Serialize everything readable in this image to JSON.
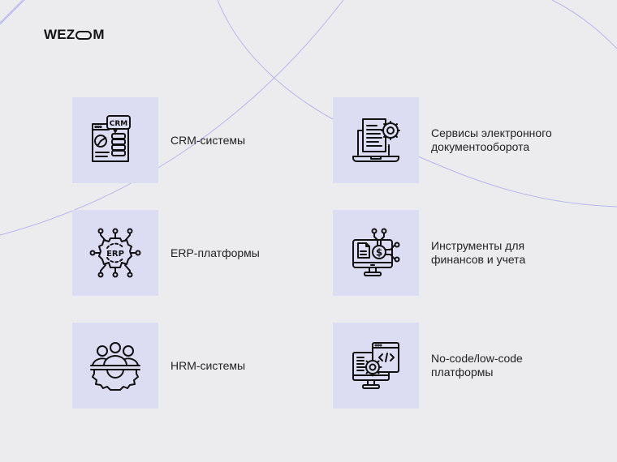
{
  "brand": {
    "logo_text_left": "WEZ",
    "logo_text_right": "M"
  },
  "colors": {
    "background": "#ECECEE",
    "tile": "#DCDCF3",
    "curve": "#B8B4F0",
    "text": "#232323"
  },
  "items": [
    {
      "label": "CRM-системы",
      "icon": "crm-icon"
    },
    {
      "label": "Сервисы электронного документооборота",
      "icon": "laptop-document-gear-icon"
    },
    {
      "label": "ERP-платформы",
      "icon": "erp-gear-network-icon"
    },
    {
      "label": "Инструменты для финансов и учета",
      "icon": "monitor-finance-icon"
    },
    {
      "label": "HRM-системы",
      "icon": "people-gear-icon"
    },
    {
      "label": "No-code/low-code платформы",
      "icon": "monitor-code-gear-icon"
    }
  ]
}
